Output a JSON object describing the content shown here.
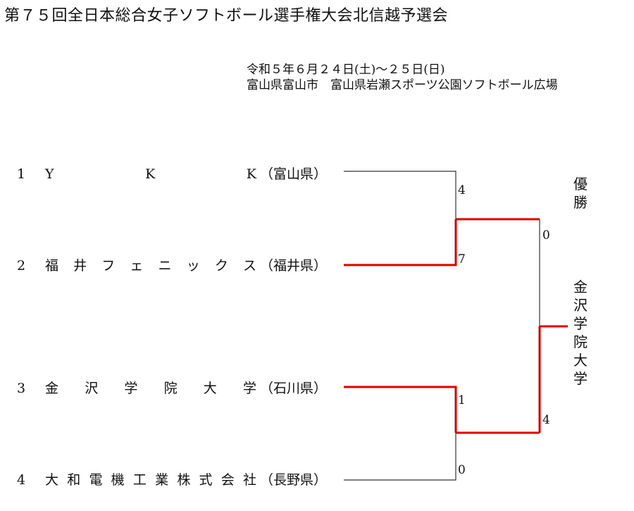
{
  "title": "第７５回全日本総合女子ソフトボール選手権大会北信越予選会",
  "info": {
    "dates": "令和５年６月２４日(土)～２５日(日)",
    "venue": "富山県富山市　富山県岩瀬スポーツ公園ソフトボール広場"
  },
  "teams": [
    {
      "seed": "1",
      "name_chars": [
        "Y",
        "K",
        "K"
      ],
      "prefecture": "（富山県）"
    },
    {
      "seed": "2",
      "name_chars": [
        "福",
        "井",
        "フ",
        "ェ",
        "ニ",
        "ッ",
        "ク",
        "ス"
      ],
      "prefecture": "（福井県）"
    },
    {
      "seed": "3",
      "name_chars": [
        "金",
        "沢",
        "学",
        "院",
        "大",
        "学"
      ],
      "prefecture": "（石川県）"
    },
    {
      "seed": "4",
      "name_chars": [
        "大",
        "和",
        "電",
        "機",
        "工",
        "業",
        "株",
        "式",
        "会",
        "社"
      ],
      "prefecture": "（長野県）"
    }
  ],
  "scores": {
    "semi1_team1": "4",
    "semi1_team2": "7",
    "semi2_team3": "1",
    "semi2_team4": "0",
    "final_top": "0",
    "final_bottom": "4"
  },
  "champion_label": [
    "優",
    "勝"
  ],
  "champion_name": [
    "金",
    "沢",
    "学",
    "院",
    "大",
    "学"
  ],
  "colors": {
    "winner_line": "#e00000",
    "loser_line": "#333333",
    "text": "#111111"
  }
}
